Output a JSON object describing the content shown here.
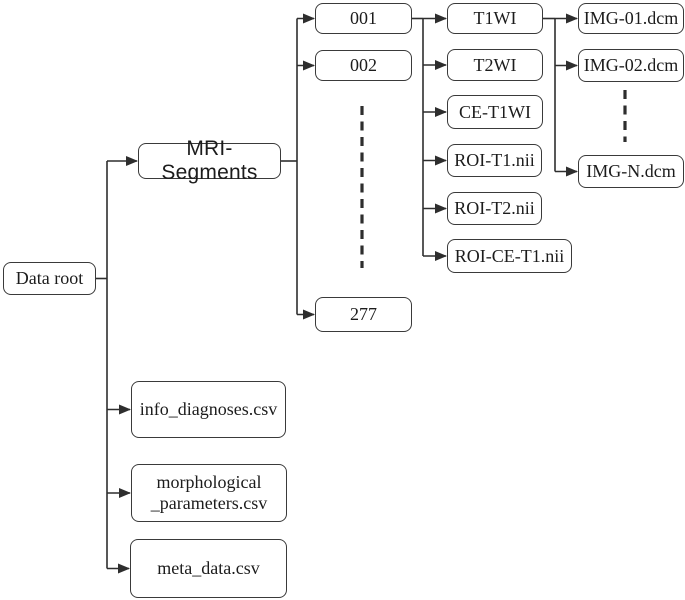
{
  "figure": {
    "root": "Data root",
    "segments_folder": "MRI-Segments",
    "cases": [
      "001",
      "002",
      "277"
    ],
    "case_contents": [
      "T1WI",
      "T2WI",
      "CE-T1WI",
      "ROI-T1.nii",
      "ROI-T2.nii",
      "ROI-CE-T1.nii"
    ],
    "dicom_files": [
      "IMG-01.dcm",
      "IMG-02.dcm",
      "IMG-N.dcm"
    ],
    "csv_files": [
      "info_diagnoses.csv",
      "morphological\n_parameters.csv",
      "meta_data.csv"
    ]
  },
  "colors": {
    "line": "#2e2e2e",
    "box_border": "#3a3a3a",
    "box_fill": "#ffffff",
    "text": "#1c1c1c",
    "background": "#ffffff"
  }
}
